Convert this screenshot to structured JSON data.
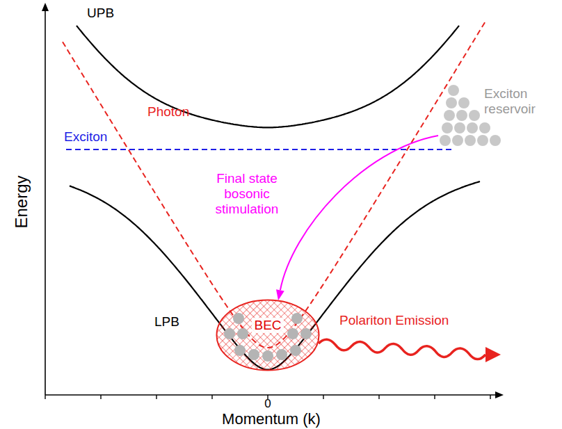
{
  "diagram": {
    "nodes": [
      {
        "text": [
          "Exciton reservoir"
        ]
      },
      {
        "text": [
          "BEC"
        ]
      }
    ],
    "edges": [
      {
        "from": 0,
        "to": 1,
        "arrow": "to",
        "label": "Final state bosonic stimulation"
      }
    ],
    "labels": [
      "UPB",
      "Exciton",
      "Photon",
      "LPB",
      "Polariton Emission",
      "Energy",
      "0",
      "Momentum (k)"
    ]
  }
}
